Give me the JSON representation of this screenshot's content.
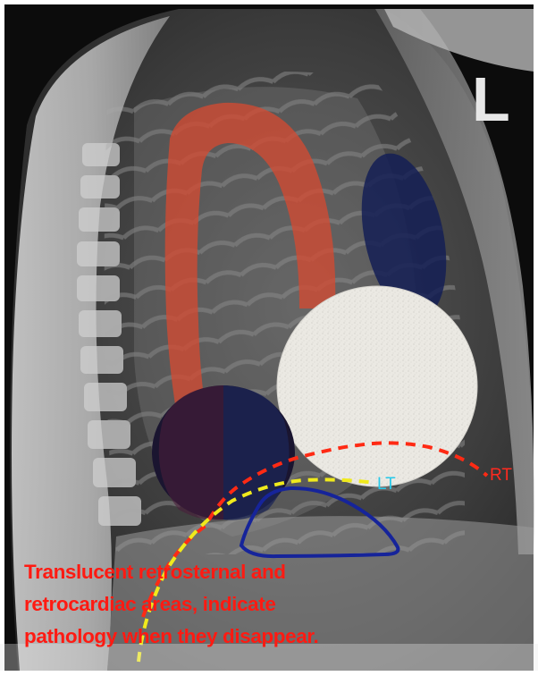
{
  "image": {
    "side_marker": "L",
    "labels": {
      "right": "RT",
      "left": "LT"
    },
    "caption": [
      "Translucent retrosternal and",
      "retrocardiac areas, indicate",
      "pathology when they disappear."
    ],
    "colors": {
      "aorta_overlay": "#d24a32",
      "trachea_overlay": "#141e55",
      "heart_circle": "#ebe9e3",
      "left_atrium_overlay": "#2d1a3c",
      "stomach_outline": "#16249a",
      "rt_line": "#ff2a14",
      "lt_line": "#f0ea1c",
      "caption_text": "#ff1a12"
    }
  }
}
